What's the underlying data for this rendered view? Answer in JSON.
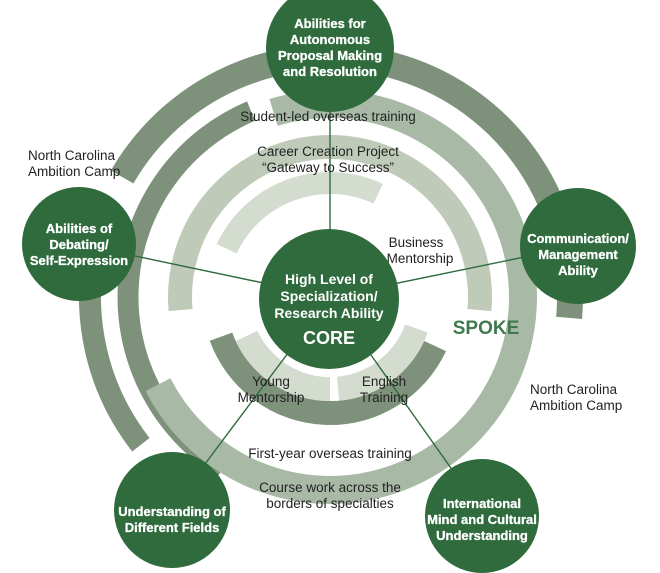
{
  "colors": {
    "node": "#2f6b3d",
    "core": "#2f6b3d",
    "spoke_label": "#3f7a4e",
    "spoke_line": "#2f6b3d",
    "ring_outer": "#7e927b",
    "ring_mid": "#a8b9a6",
    "ring_inner": "#bfcab9",
    "ring_innermost": "#d4dccf"
  },
  "core": {
    "line1": "High Level of",
    "line2": "Specialization/",
    "line3": "Research Ability",
    "label": "CORE"
  },
  "spoke_label": "SPOKE",
  "nodes": {
    "top": [
      "Abilities for",
      "Autonomous",
      "Proposal Making",
      "and Resolution"
    ],
    "left": [
      "Abilities of",
      "Debating/",
      "Self-Expression"
    ],
    "right": [
      "Communication/",
      "Management",
      "Ability"
    ],
    "bottom_left": [
      "Understanding of",
      "Different Fields"
    ],
    "bottom_right": [
      "International",
      "Mind and Cultural",
      "Understanding"
    ]
  },
  "ring_labels": {
    "student_led": "Student-led overseas training",
    "career_1": "Career Creation Project",
    "career_2": "“Gateway to Success”",
    "business_1": "Business",
    "business_2": "Mentorship",
    "young_1": "Young",
    "young_2": "Mentorship",
    "english_1": "English",
    "english_2": "Training",
    "first_year": "First-year overseas training",
    "course_1": "Course work across the",
    "course_2": "borders of specialties",
    "nc_left_1": "North Carolina",
    "nc_left_2": "Ambition Camp",
    "nc_right_1": "North Carolina",
    "nc_right_2": "Ambition Camp"
  }
}
